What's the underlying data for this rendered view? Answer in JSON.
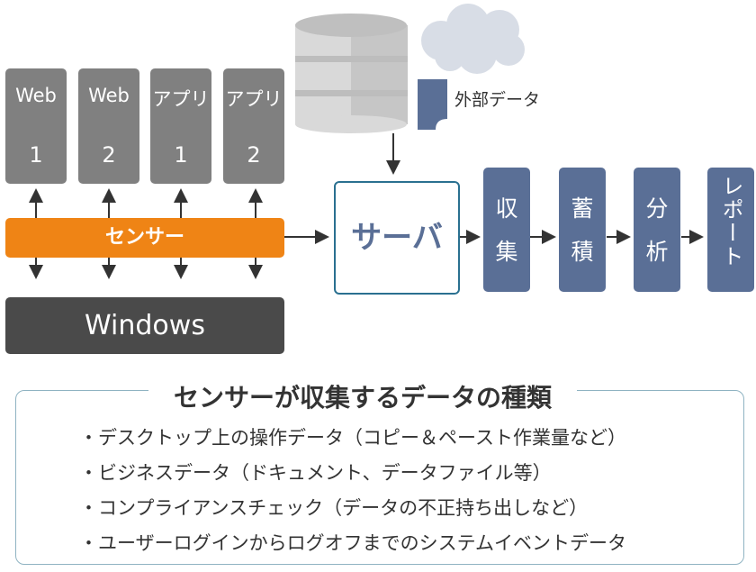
{
  "apps": [
    {
      "line1": "Web",
      "line2": "1"
    },
    {
      "line1": "Web",
      "line2": "2"
    },
    {
      "line1": "アプリ",
      "line2": "1"
    },
    {
      "line1": "アプリ",
      "line2": "2"
    }
  ],
  "sensor_label": "センサー",
  "os_label": "Windows",
  "server_label": "サーバ",
  "external_data_label": "外部データ",
  "pipeline": [
    {
      "label": "収集",
      "chars": [
        "収",
        "集"
      ]
    },
    {
      "label": "蓄積",
      "chars": [
        "蓄",
        "積"
      ]
    },
    {
      "label": "分析",
      "chars": [
        "分",
        "析"
      ]
    },
    {
      "label": "レポート"
    }
  ],
  "panel": {
    "title": "センサーが収集するデータの種類",
    "items": [
      "・デスクトップ上の操作データ（コピー＆ペースト作業量など）",
      "・ビジネスデータ（ドキュメント、データファイル等）",
      "・コンプライアンスチェック（データの不正持ち出しなど）",
      "・ユーザーログインからログオフまでのシステムイベントデータ"
    ]
  },
  "colors": {
    "sensor": "#ef8415",
    "app_box": "#808080",
    "os_box": "#4a4a4a",
    "pipeline": "#5a6f96",
    "server_border": "#2a7090"
  }
}
